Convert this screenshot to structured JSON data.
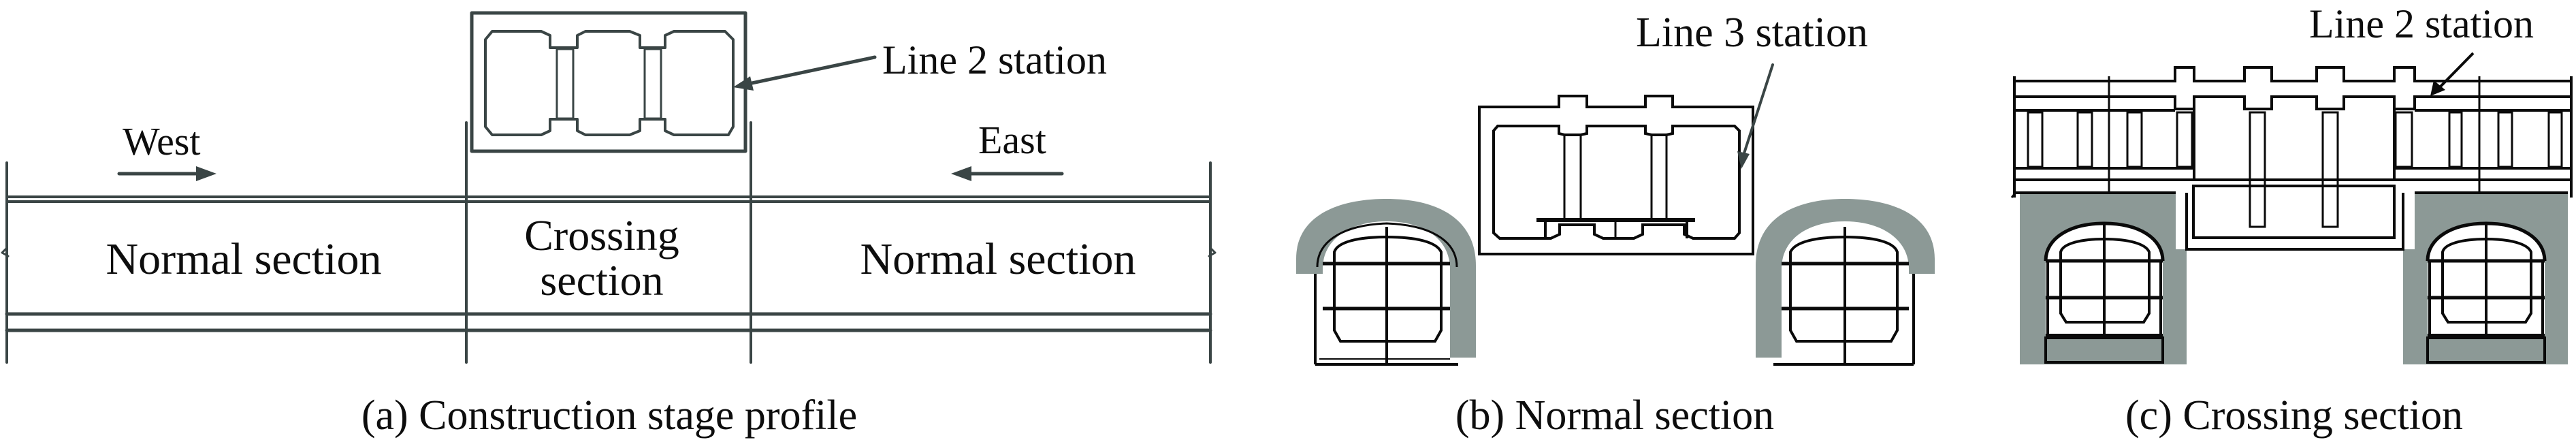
{
  "figure": {
    "panels": [
      {
        "id": "a",
        "caption": "(a) Construction stage profile",
        "direction_labels": {
          "west": "West",
          "east": "East"
        },
        "station_label": "Line 2 station",
        "segments": [
          {
            "label": "Normal section"
          },
          {
            "label_line1": "Crossing",
            "label_line2": "section"
          },
          {
            "label": "Normal section"
          }
        ]
      },
      {
        "id": "b",
        "caption": "(b) Normal section",
        "station_label": "Line 3 station"
      },
      {
        "id": "c",
        "caption": "(c) Crossing section",
        "station_label": "Line 2 station"
      }
    ]
  },
  "colors": {
    "line_dark": "#3a4545",
    "line_black": "#0a0a0a",
    "soil_gray": "#8c9996"
  }
}
